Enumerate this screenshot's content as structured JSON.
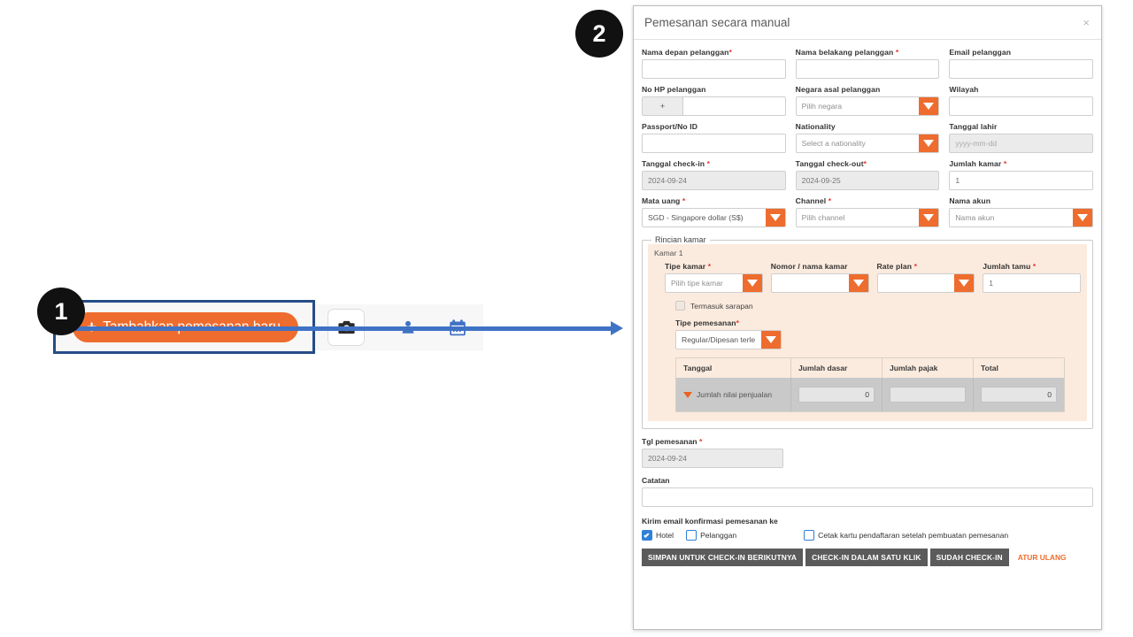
{
  "annotations": {
    "marker_1": "1",
    "marker_2": "2"
  },
  "toolbar": {
    "add_booking_label": "Tambahkan pemesanan baru",
    "add_icon": "plus-icon",
    "tools": [
      {
        "icon": "camera-icon"
      },
      {
        "icon": "person-icon"
      },
      {
        "icon": "calendar-icon"
      }
    ]
  },
  "modal": {
    "title": "Pemesanan secara manual",
    "close_label": "×",
    "fields": {
      "first_name": {
        "label": "Nama depan pelanggan",
        "required": true,
        "value": ""
      },
      "last_name": {
        "label": "Nama belakang pelanggan",
        "required": true,
        "value": ""
      },
      "email": {
        "label": "Email pelanggan",
        "required": false,
        "value": ""
      },
      "phone": {
        "label": "No HP pelanggan",
        "required": false,
        "prefix": "+",
        "value": ""
      },
      "country": {
        "label": "Negara asal pelanggan",
        "required": false,
        "value": "Pilih negara"
      },
      "region": {
        "label": "Wilayah",
        "required": false,
        "value": ""
      },
      "passport": {
        "label": "Passport/No ID",
        "required": false,
        "value": ""
      },
      "nationality": {
        "label": "Nationality",
        "required": false,
        "value": "Select a nationality"
      },
      "birth_date": {
        "label": "Tanggal lahir",
        "required": false,
        "value": "yyyy-mm-dd"
      },
      "check_in": {
        "label": "Tanggal check-in",
        "required": true,
        "value": "2024-09-24"
      },
      "check_out": {
        "label": "Tanggal check-out",
        "required": true,
        "value": "2024-09-25"
      },
      "room_count": {
        "label": "Jumlah kamar",
        "required": true,
        "value": "1"
      },
      "currency": {
        "label": "Mata uang",
        "required": true,
        "value": "SGD - Singapore dollar (S$)"
      },
      "channel": {
        "label": "Channel",
        "required": true,
        "value": "Pilih channel"
      },
      "account_name": {
        "label": "Nama akun",
        "required": false,
        "value": "Nama akun"
      },
      "booking_date": {
        "label": "Tgl pemesanan",
        "required": true,
        "value": "2024-09-24"
      },
      "notes": {
        "label": "Catatan",
        "required": false,
        "value": ""
      }
    },
    "room_section": {
      "legend": "Rincian kamar",
      "room_caption": "Kamar 1",
      "room_type": {
        "label": "Tipe kamar",
        "required": true,
        "value": "Pilih tipe kamar"
      },
      "room_number": {
        "label": "Nomor / nama kamar",
        "required": false,
        "value": ""
      },
      "rate_plan": {
        "label": "Rate plan",
        "required": true,
        "value": ""
      },
      "guest_count": {
        "label": "Jumlah tamu",
        "required": true,
        "value": "1"
      },
      "breakfast": {
        "label": "Termasuk sarapan",
        "checked": false
      },
      "booking_type": {
        "label": "Tipe pemesanan",
        "required": true,
        "value": "Regular/Dipesan terle"
      },
      "rate_table": {
        "headers": [
          "Tanggal",
          "Jumlah dasar",
          "Jumlah pajak",
          "Total"
        ],
        "rows": [
          {
            "label": "Jumlah nilai penjualan",
            "base": "0",
            "tax": "",
            "total": "0"
          }
        ]
      }
    },
    "email_section": {
      "label": "Kirim email konfirmasi pemesanan ke",
      "options": [
        {
          "label": "Hotel",
          "checked": true
        },
        {
          "label": "Pelanggan",
          "checked": false
        }
      ],
      "print_card": {
        "label": "Cetak kartu pendaftaran setelah pembuatan pemesanan",
        "checked": false
      }
    },
    "actions": {
      "save_next_checkin": "SIMPAN UNTUK CHECK-IN BERIKUTNYA",
      "one_click_checkin": "CHECK-IN DALAM SATU KLIK",
      "already_checked_in": "SUDAH CHECK-IN",
      "reset": "ATUR ULANG"
    }
  },
  "colors": {
    "accent_orange": "#EE6C2D",
    "arrow_blue": "#3F72C4",
    "highlight_blue": "#254C87",
    "panel_peach": "#FBEBDE",
    "button_dark": "#5B5B5B",
    "checkbox_blue": "#2F80D8"
  }
}
